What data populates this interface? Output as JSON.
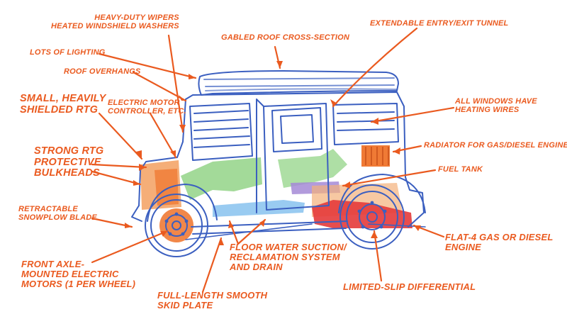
{
  "colors": {
    "label": "#ea5a1f",
    "sketch": "#3b5fc0",
    "rtg_shielding": "#f3a060",
    "engine": "#e43a3a",
    "interior": "#8cd17f",
    "fuel_tank": "#a58ad6",
    "water_system": "#8ec5ef",
    "radiator": "#f07a35"
  },
  "labels": {
    "wipers": [
      "Heavy-duty wipers",
      "heated windshield washers"
    ],
    "lighting": "Lots of lighting",
    "overhangs": "Roof overhangs",
    "gabled_roof": "Gabled roof cross-section",
    "tunnel": "Extendable entry/exit tunnel",
    "windows": [
      "All windows have",
      "heating wires"
    ],
    "rtg": [
      "Small, heavily",
      "shielded RTG"
    ],
    "controller": [
      "Electric motor",
      "controller, etc."
    ],
    "bulkheads": [
      "Strong RTG",
      "protective",
      "bulkheads"
    ],
    "radiator": "Radiator for gas/diesel engine",
    "fuel_tank": "Fuel tank",
    "snowplow": [
      "Retractable",
      "snowplow blade"
    ],
    "engine": [
      "Flat-4 gas or diesel",
      "engine"
    ],
    "water": [
      "Floor water suction/",
      "reclamation system",
      "and drain"
    ],
    "front_motors": [
      "Front axle-",
      "mounted electric",
      "motors (1 per wheel)"
    ],
    "skid_plate": [
      "Full-length smooth",
      "skid plate"
    ],
    "differential": "Limited-slip differential"
  }
}
